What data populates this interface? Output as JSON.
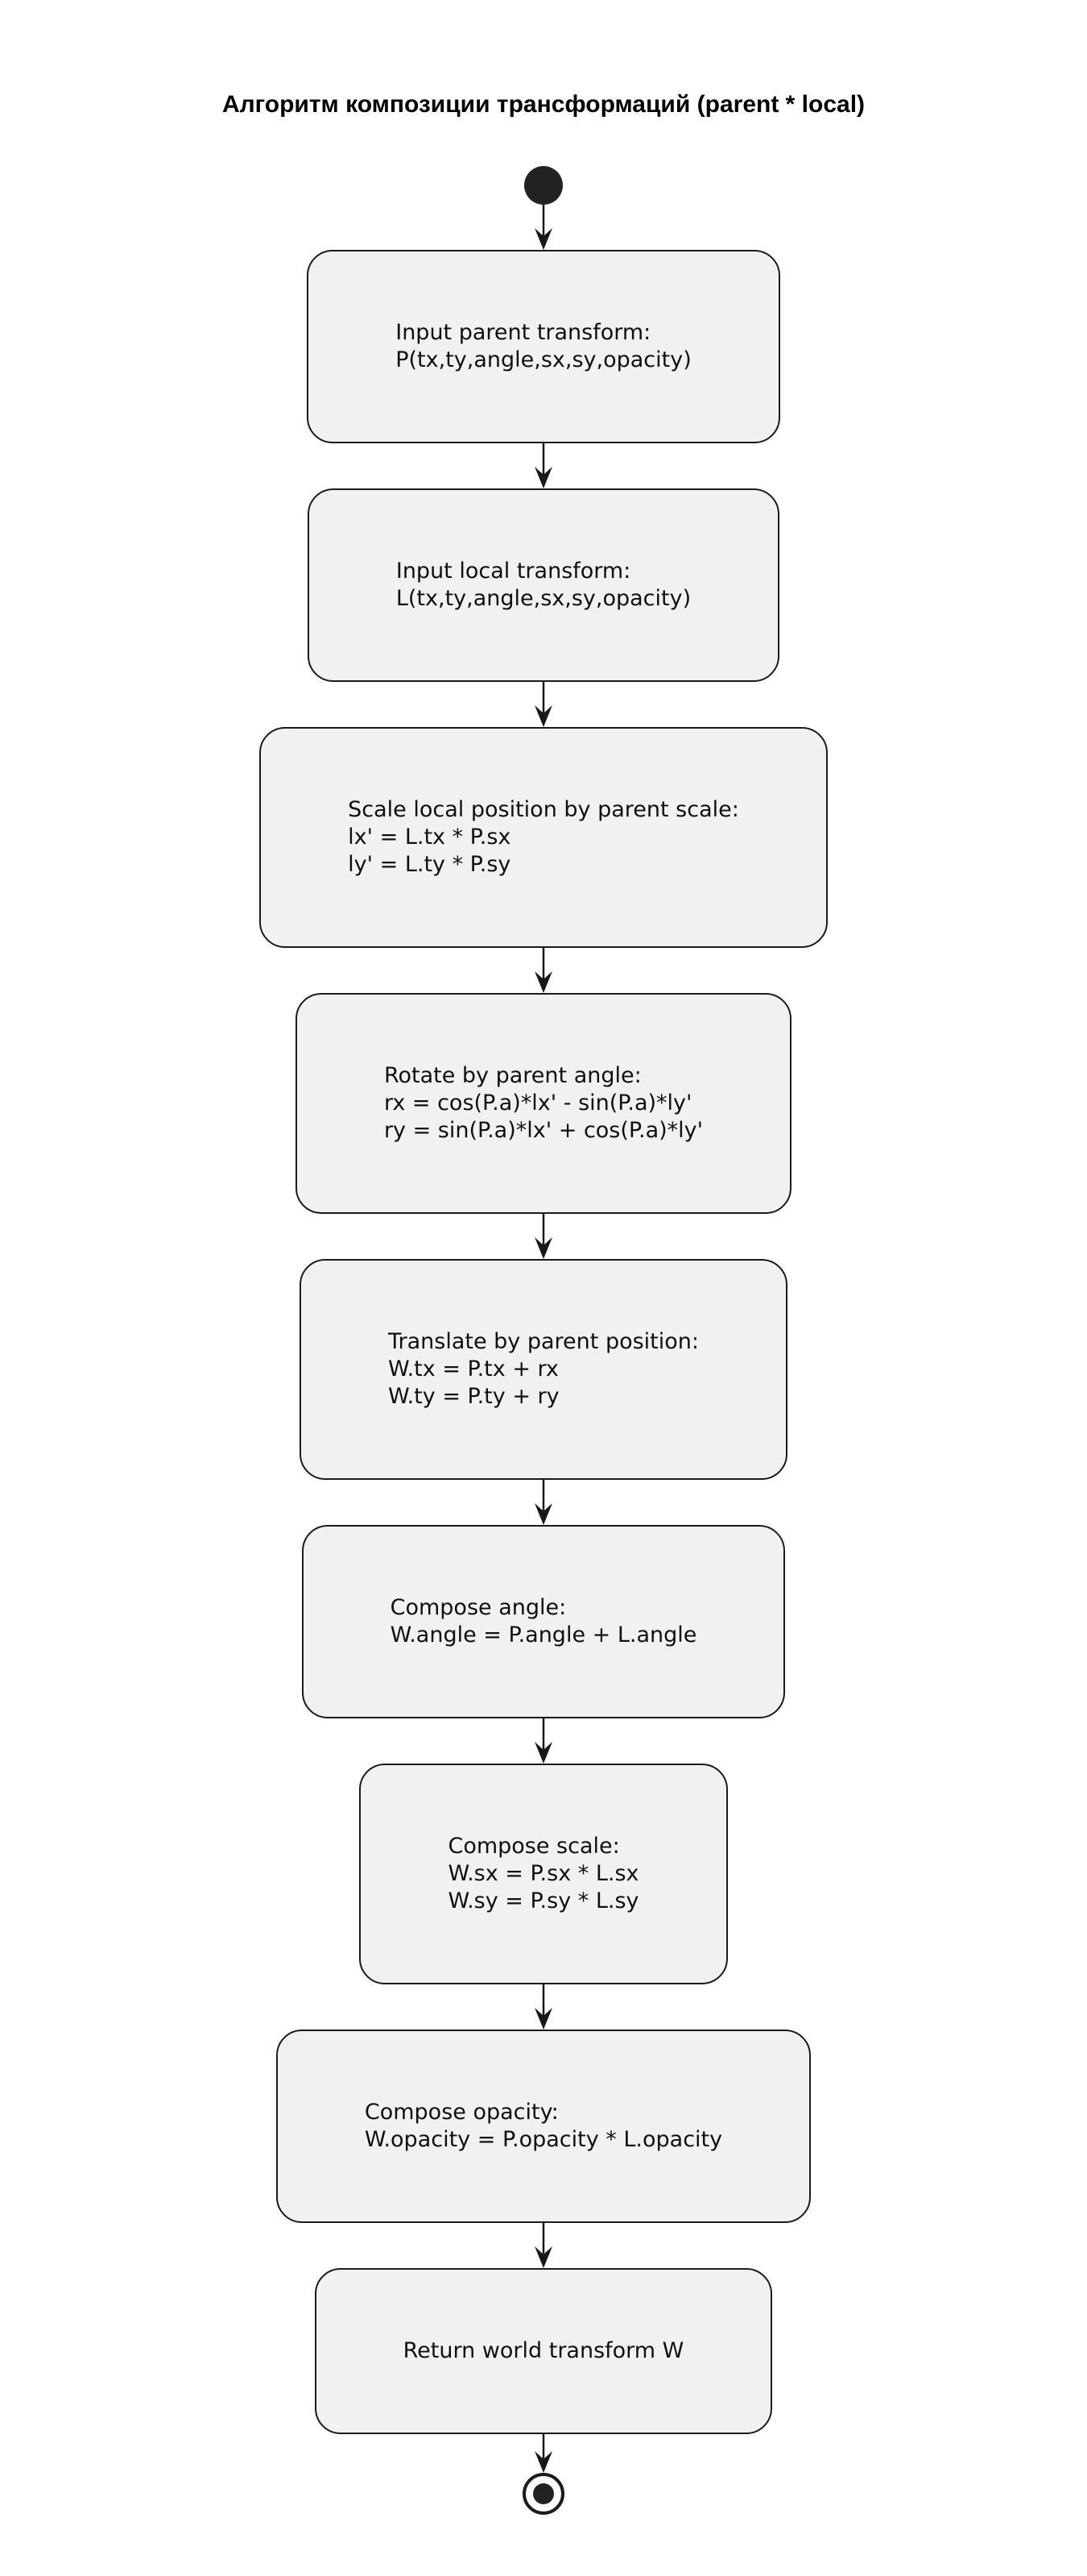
{
  "title": "Алгоритм композиции трансформаций (parent * local)",
  "diagram": {
    "type": "activity-flowchart",
    "colors": {
      "node_fill": "#f1f1f1",
      "node_border": "#1b1b1b",
      "arrow": "#181818",
      "text": "#101010",
      "start_end": "#222222"
    },
    "start_node": "start",
    "nodes": [
      {
        "id": "input-parent-transform",
        "lines": [
          "Input parent transform:",
          "P(tx,ty,angle,sx,sy,opacity)"
        ]
      },
      {
        "id": "input-local-transform",
        "lines": [
          "Input local transform:",
          "L(tx,ty,angle,sx,sy,opacity)"
        ]
      },
      {
        "id": "scale-local-position",
        "lines": [
          "Scale local position by parent scale:",
          "lx' = L.tx * P.sx",
          "ly' = L.ty * P.sy"
        ]
      },
      {
        "id": "rotate-by-parent-angle",
        "lines": [
          "Rotate by parent angle:",
          "rx = cos(P.a)*lx' - sin(P.a)*ly'",
          "ry = sin(P.a)*lx' + cos(P.a)*ly'"
        ]
      },
      {
        "id": "translate-by-parent-position",
        "lines": [
          "Translate by parent position:",
          "W.tx = P.tx + rx",
          "W.ty = P.ty + ry"
        ]
      },
      {
        "id": "compose-angle",
        "lines": [
          "Compose angle:",
          "W.angle = P.angle + L.angle"
        ]
      },
      {
        "id": "compose-scale",
        "lines": [
          "Compose scale:",
          "W.sx = P.sx * L.sx",
          "W.sy = P.sy * L.sy"
        ]
      },
      {
        "id": "compose-opacity",
        "lines": [
          "Compose opacity:",
          "W.opacity = P.opacity * L.opacity"
        ]
      },
      {
        "id": "return-world-transform",
        "lines": [
          "Return world transform W"
        ]
      }
    ],
    "end_node": "end"
  }
}
